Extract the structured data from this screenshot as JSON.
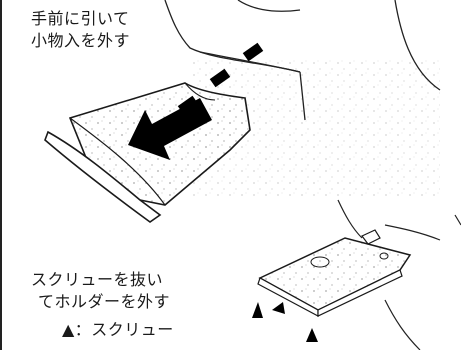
{
  "captions": {
    "step1_line1": "手前に引いて",
    "step1_line2": "小物入を外す",
    "step2_line1": "スクリューを抜い",
    "step2_line2": "てホルダーを外す",
    "legend": "▲：スクリュー"
  },
  "colors": {
    "ink": "#1a1a1a",
    "paper": "#ffffff"
  },
  "icons": [
    "arrow-icon",
    "screw-marker-icon"
  ]
}
